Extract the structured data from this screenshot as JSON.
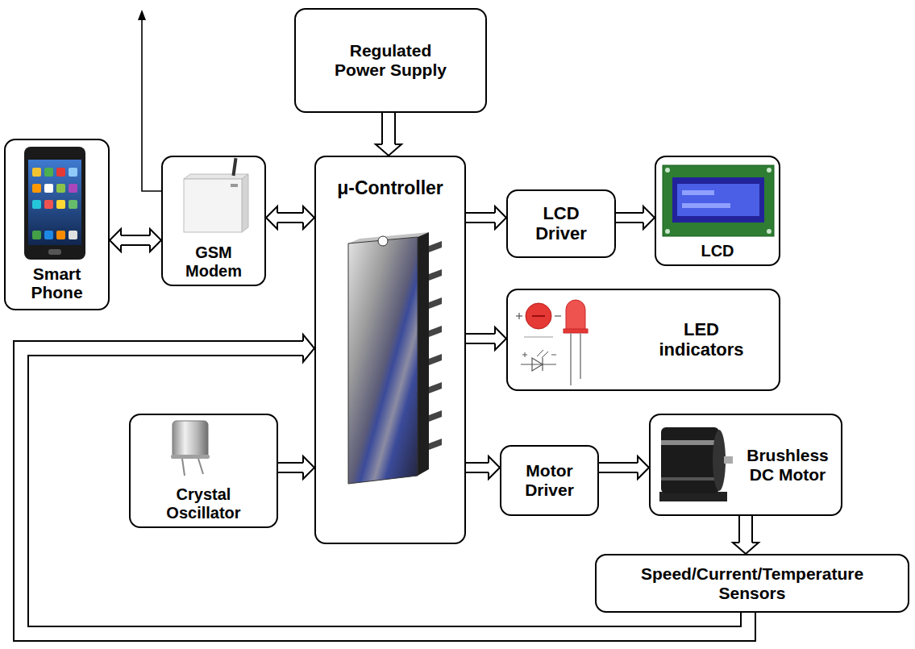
{
  "diagram": {
    "nodes": [
      {
        "text": [
          "Regulated Power Supply"
        ]
      },
      {
        "text": [
          "Smart Phone"
        ]
      },
      {
        "text": [
          "GSM Modem"
        ]
      },
      {
        "text": [
          "μ-Controller"
        ]
      },
      {
        "text": [
          "LCD Driver"
        ]
      },
      {
        "text": [
          "LCD"
        ]
      },
      {
        "text": [
          "LED indicators"
        ]
      },
      {
        "text": [
          "Crystal Oscillator"
        ]
      },
      {
        "text": [
          "Motor Driver"
        ]
      },
      {
        "text": [
          "Brushless DC Motor"
        ]
      },
      {
        "text": [
          "Speed/Current/Temperature Sensors"
        ]
      }
    ],
    "edges": [
      {
        "from": 0,
        "to": 3,
        "arrow": "to"
      },
      {
        "from": 1,
        "to": 2,
        "arrow": "both"
      },
      {
        "from": 2,
        "to": 3,
        "arrow": "both"
      },
      {
        "from": 3,
        "to": 4,
        "arrow": "to"
      },
      {
        "from": 4,
        "to": 5,
        "arrow": "to"
      },
      {
        "from": 3,
        "to": 6,
        "arrow": "to"
      },
      {
        "from": 7,
        "to": 3,
        "arrow": "to"
      },
      {
        "from": 3,
        "to": 8,
        "arrow": "to"
      },
      {
        "from": 8,
        "to": 9,
        "arrow": "to"
      },
      {
        "from": 9,
        "to": 10,
        "arrow": "to"
      },
      {
        "from": 10,
        "to": 3,
        "arrow": "to"
      }
    ]
  }
}
